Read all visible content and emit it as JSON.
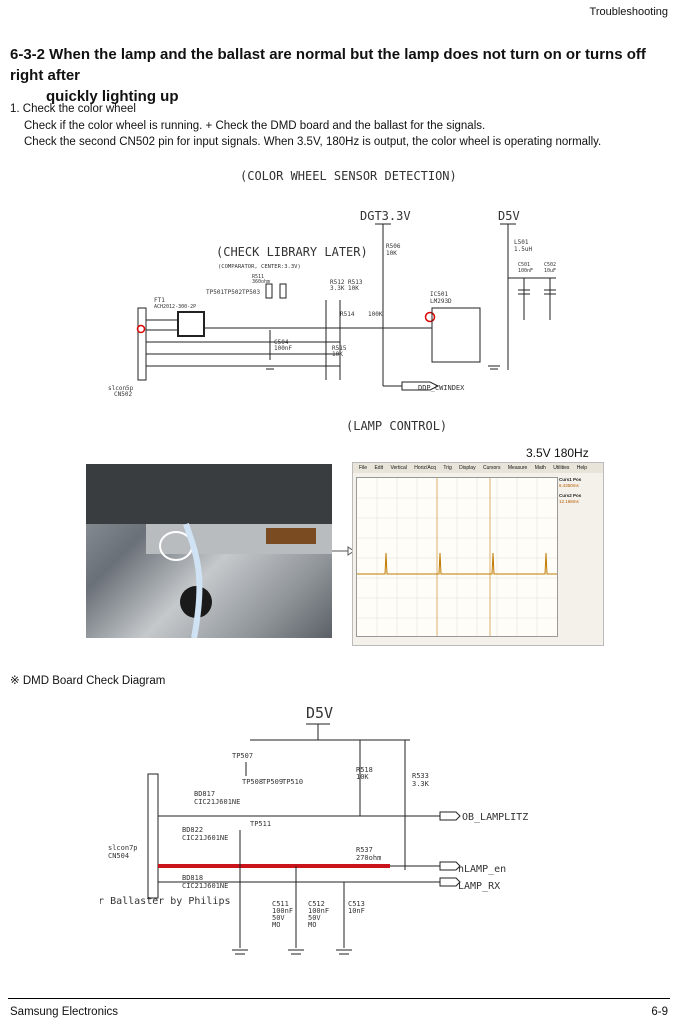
{
  "header": {
    "section": "Troubleshooting"
  },
  "title": {
    "line1": "6-3-2 When the lamp and the ballast are normal but the lamp does not turn on or turns off right after",
    "line2": "quickly lighting up"
  },
  "steps": {
    "heading": "1. Check the color wheel",
    "line1": "Check if the color wheel is running. + Check the DMD board and the ballast for the signals.",
    "line2": "Check the second CN502 pin for input signals. When 3.5V, 180Hz is output, the color wheel is operating normally."
  },
  "schematic1": {
    "title": "(COLOR WHEEL SENSOR DETECTION)",
    "note": "(CHECK LIBRARY LATER)",
    "note_sub": "(COMPARATOR, CENTER:3.3V)",
    "dgt": "DGT3.3V",
    "d5v": "D5V",
    "r506": "R506",
    "r506v": "10K",
    "l501": "L501",
    "l501v": "1.5uH",
    "c501": "C501",
    "c501v": "100nF",
    "c502": "C502",
    "c502v": "10uF",
    "tp501": "TP501",
    "tp502": "TP502",
    "tp503": "TP503",
    "r511": "R511",
    "r511v": "360ohm",
    "r512": "R512",
    "r512v": "3.3K",
    "r513": "R513",
    "r513v": "10K",
    "r514": "R514",
    "r514v": "100K",
    "r515": "R515",
    "r515v": "10K",
    "ic501": "IC501",
    "ic501v": "LM293D",
    "ft1": "FT1",
    "ft1v": "ACH2012-300-2P",
    "c504": "C504",
    "c504v": "100nF",
    "conn": "slcon5p",
    "conn_id": "CN502",
    "ddp": "DDP_CWINDEX"
  },
  "lamp_control": {
    "title": "(LAMP CONTROL)",
    "freq": "3.5V 180Hz"
  },
  "scope": {
    "menu": [
      "File",
      "Edit",
      "Vertical",
      "Horiz/Acq",
      "Trig",
      "Display",
      "Cursors",
      "Measure",
      "Math",
      "Utilities",
      "Help"
    ],
    "side_title1": "Curs1 Pos",
    "side_val1": "6.4350ms",
    "side_title2": "Curs2 Pos",
    "side_val2": "12.168ms"
  },
  "dmd_caption": "※ DMD Board Check Diagram",
  "schematic2": {
    "d5v": "D5V",
    "tp507": "TP507",
    "tp508": "TP508",
    "tp509": "TP509",
    "tp510": "TP510",
    "tp511": "TP511",
    "r518": "R518",
    "r518v": "10K",
    "r533": "R533",
    "r533v": "3.3K",
    "r537": "R537",
    "r537v": "270ohm",
    "bd817": "BD817",
    "bd817v": "CIC21J601NE",
    "bd822": "BD822",
    "bd822v": "CIC21J601NE",
    "bd818": "BD818",
    "bd818v": "CIC21J601NE",
    "conn": "slcon7p",
    "conn_id": "CN504",
    "ob": "OB_LAMPLITZ",
    "nlamp": "nLAMP_en",
    "lamprx": "LAMP_RX",
    "ballast": "For Ballaster by Philips",
    "c511": "C511",
    "c511a": "100nF",
    "c511b": "50V",
    "c511c": "MO",
    "c512": "C512",
    "c512a": "100nF",
    "c512b": "50V",
    "c512c": "MO",
    "c513": "C513",
    "c513a": "10nF"
  },
  "footer": {
    "left": "Samsung Electronics",
    "right": "6-9"
  }
}
